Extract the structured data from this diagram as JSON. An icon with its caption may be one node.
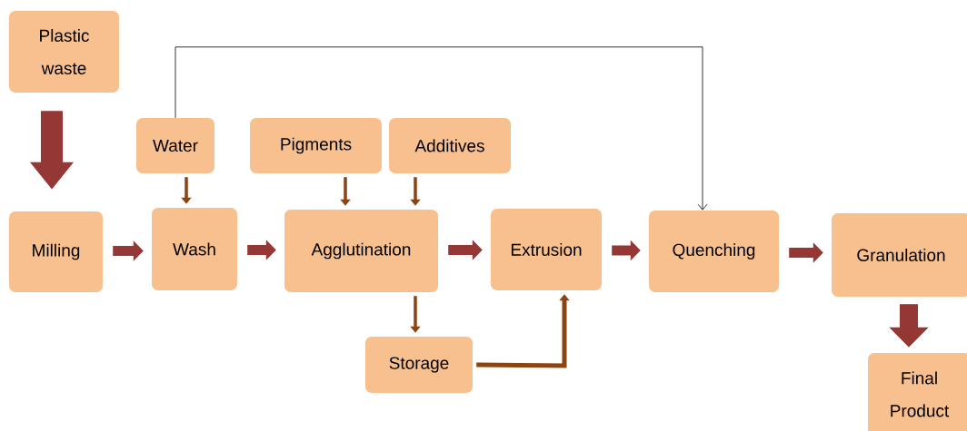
{
  "diagram": {
    "nodes": [
      {
        "text": [
          "Plastic waste"
        ]
      },
      {
        "text": [
          "Water"
        ]
      },
      {
        "text": [
          "Pigments"
        ]
      },
      {
        "text": [
          "Additives"
        ]
      },
      {
        "text": [
          "Milling"
        ]
      },
      {
        "text": [
          "Wash"
        ]
      },
      {
        "text": [
          "Agglutination"
        ]
      },
      {
        "text": [
          "Extrusion"
        ]
      },
      {
        "text": [
          "Quenching"
        ]
      },
      {
        "text": [
          "Granulation"
        ]
      },
      {
        "text": [
          "Storage"
        ]
      },
      {
        "text": [
          "Final Product"
        ]
      }
    ],
    "edges": [
      {
        "from": 0,
        "to": 4,
        "arrow": "to",
        "style": "thick"
      },
      {
        "from": 4,
        "to": 5,
        "arrow": "to"
      },
      {
        "from": 5,
        "to": 6,
        "arrow": "to"
      },
      {
        "from": 6,
        "to": 7,
        "arrow": "to"
      },
      {
        "from": 7,
        "to": 8,
        "arrow": "to"
      },
      {
        "from": 8,
        "to": 9,
        "arrow": "to"
      },
      {
        "from": 9,
        "to": 11,
        "arrow": "to",
        "style": "thick"
      },
      {
        "from": 1,
        "to": 5,
        "arrow": "to",
        "color": "#8b4513"
      },
      {
        "from": 2,
        "to": 6,
        "arrow": "to",
        "color": "#8b4513"
      },
      {
        "from": 3,
        "to": 6,
        "arrow": "to",
        "color": "#8b4513"
      },
      {
        "from": 6,
        "to": 10,
        "arrow": "to",
        "color": "#8b4513"
      },
      {
        "from": 10,
        "to": 7,
        "arrow": "to",
        "color": "#8b4513"
      },
      {
        "from": 1,
        "to": 8,
        "arrow": "to",
        "color": "#000000"
      }
    ]
  }
}
